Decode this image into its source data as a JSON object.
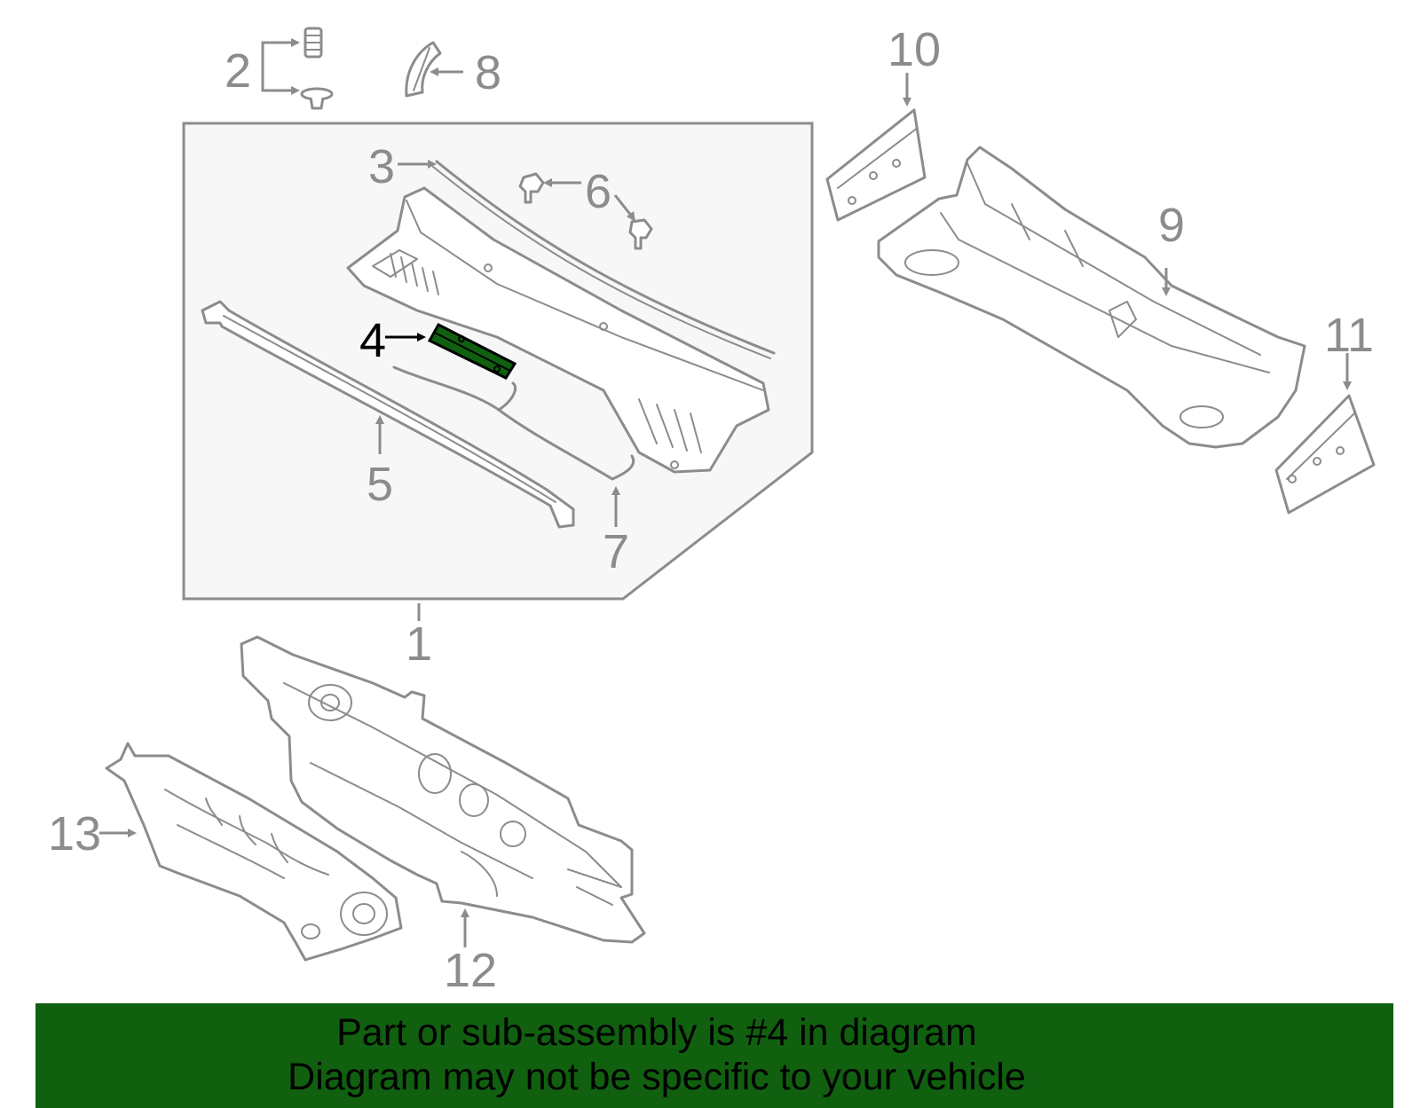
{
  "diagram": {
    "callouts": [
      {
        "id": "1",
        "text": "1"
      },
      {
        "id": "2",
        "text": "2"
      },
      {
        "id": "3",
        "text": "3"
      },
      {
        "id": "4",
        "text": "4",
        "highlighted": true
      },
      {
        "id": "5",
        "text": "5"
      },
      {
        "id": "6",
        "text": "6"
      },
      {
        "id": "7",
        "text": "7"
      },
      {
        "id": "8",
        "text": "8"
      },
      {
        "id": "9",
        "text": "9"
      },
      {
        "id": "10",
        "text": "10"
      },
      {
        "id": "11",
        "text": "11"
      },
      {
        "id": "12",
        "text": "12"
      },
      {
        "id": "13",
        "text": "13"
      }
    ],
    "highlight_color": "#106010",
    "line_color": "#8c8c8c"
  },
  "banner": {
    "line1": "Part or sub-assembly is #4 in diagram",
    "line2": "Diagram may not be specific to your vehicle",
    "background": "#106010"
  }
}
